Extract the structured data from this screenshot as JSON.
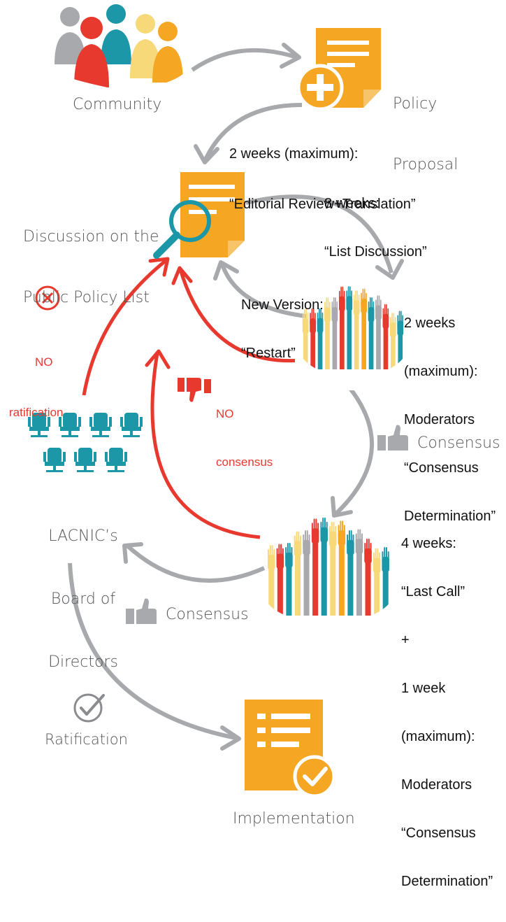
{
  "community": "Community",
  "proposal": [
    "Policy",
    "Proposal"
  ],
  "step1": [
    "2 weeks (maximum):",
    "“Editorial Review+Translation”"
  ],
  "discussion": [
    "Discussion on the",
    "Public Policy List"
  ],
  "step2": [
    "8 weeks:",
    "“List Discussion”"
  ],
  "restart": [
    "New Version:",
    "“Restart”"
  ],
  "step3": [
    "2 weeks",
    "(maximum):",
    "Moderators",
    "“Consensus",
    "Determination”"
  ],
  "no_ratification": [
    "NO",
    "ratification"
  ],
  "no_consensus": [
    "NO",
    "consensus"
  ],
  "consensus_right": "Consensus",
  "board": [
    "LACNIC’s",
    "Board of",
    "Directors"
  ],
  "step4": [
    "4 weeks:",
    "“Last Call”",
    "+",
    "1 week",
    "(maximum):",
    "Moderators",
    "“Consensus",
    "Determination”"
  ],
  "consensus_bottom": "Consensus",
  "ratification": "Ratification",
  "implementation": "Implementation",
  "colors": {
    "orange": "#f5a623",
    "red": "#e8392f",
    "teal": "#1b97a7",
    "gray": "#a7a9ac",
    "yellow": "#f7d97a"
  }
}
